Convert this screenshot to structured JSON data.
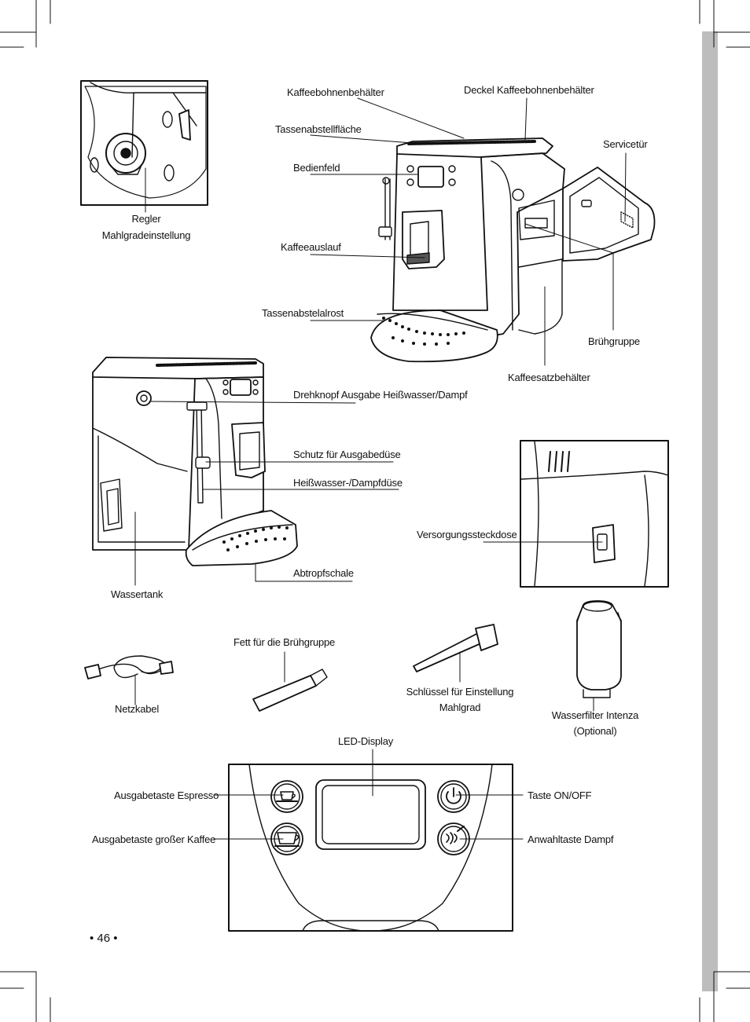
{
  "page": {
    "number": "• 46 •"
  },
  "labels": {
    "regler": "Regler",
    "mahlgrad": "Mahlgradeinstellung",
    "kaffeebohnenbehaelter": "Kaffeebohnenbehälter",
    "deckel": "Deckel Kaffeebohnenbehälter",
    "tassenabstellflaeche": "Tassenabstellfläche",
    "servicetuer": "Servicetür",
    "bedienfeld": "Bedienfeld",
    "kaffeeauslauf": "Kaffeeauslauf",
    "tassenabstelalrost": "Tassenabstelalrost",
    "bruehgruppe": "Brühgruppe",
    "kaffeesatzbehaelter": "Kaffeesatzbehälter",
    "drehknopf": "Drehknopf Ausgabe Heißwasser/Dampf",
    "schutz": "Schutz für Ausgabedüse",
    "heisswasser": "Heißwasser-/Dampfdüse",
    "versorgung": "Versorgungssteckdose",
    "abtropfschale": "Abtropfschale",
    "wassertank": "Wassertank",
    "fett": "Fett für die Brühgruppe",
    "netzkabel": "Netzkabel",
    "schluessel_1": "Schlüssel für Einstellung",
    "schluessel_2": "Mahlgrad",
    "filter_1": "Wasserfilter Intenza",
    "filter_2": "(Optional)",
    "led": "LED-Display",
    "espresso": "Ausgabetaste Espresso",
    "grosser": "Ausgabetaste großer Kaffee",
    "onoff": "Taste ON/OFF",
    "dampf": "Anwahltaste Dampf"
  },
  "icons": [
    "crop-marks",
    "espresso-cup-icon",
    "large-coffee-cup-icon",
    "power-icon",
    "steam-icon"
  ]
}
